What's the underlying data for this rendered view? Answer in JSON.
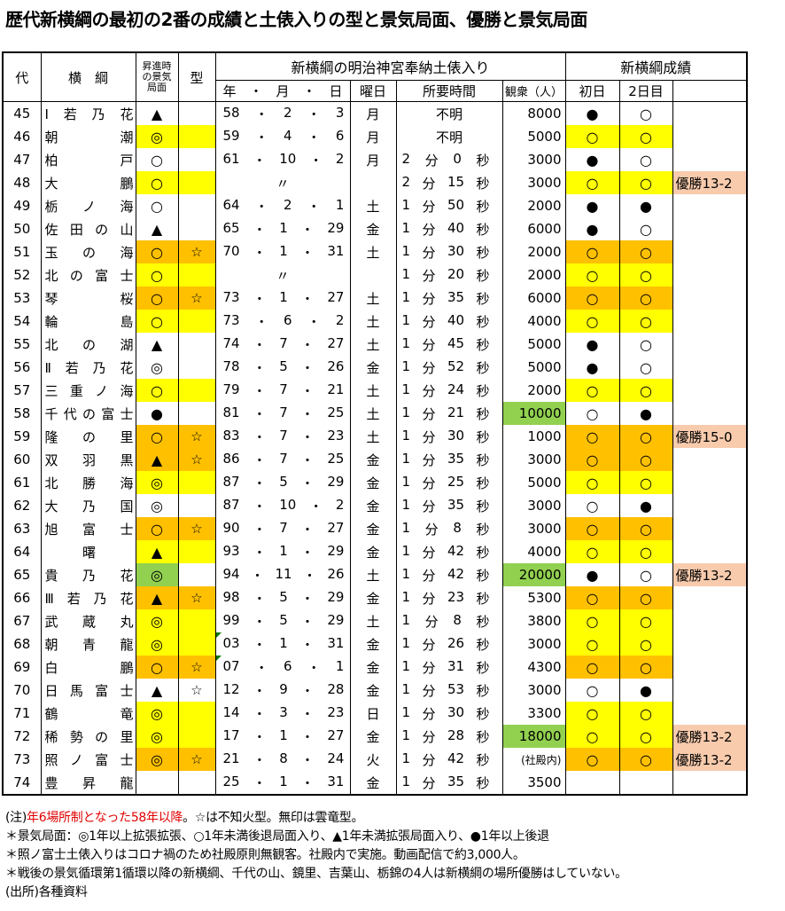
{
  "title": "歴代新横綱の最初の2番の成績と土俵入りの型と景気局面、優勝と景気局面",
  "header": {
    "dai": "代",
    "yokozuna": "横　綱",
    "keiki": [
      "昇進時",
      "の景気",
      "局面"
    ],
    "kata": "型",
    "dohyoiri": "新横綱の明治神宮奉納土俵入り",
    "seiseki": "新横綱成績",
    "date": "年　・　月　・　日",
    "youbi": "曜日",
    "time": "所要時間",
    "crowd": "観衆（人）",
    "day1": "初日",
    "day2": "2日目",
    "min": "分",
    "sec": "秒",
    "dot": "・"
  },
  "colors": {
    "yellow": "#FFFF00",
    "orange": "#FFC000",
    "green": "#92D050",
    "peach": "#F8CBAD"
  },
  "rows": [
    {
      "no": "45",
      "name": "Ⅰ若乃花",
      "keiki": "▲",
      "kc": "",
      "kata": "",
      "tc": "",
      "y": "58",
      "m": "2",
      "d": "3",
      "wd": "月",
      "time": "不明",
      "crowd": "8000",
      "cc": "",
      "d1": "●",
      "d2": "○",
      "dc": "",
      "win": ""
    },
    {
      "no": "46",
      "name": "朝潮",
      "keiki": "◎",
      "kc": "Y",
      "kata": "",
      "tc": "Y",
      "y": "59",
      "m": "4",
      "d": "6",
      "wd": "月",
      "time": "不明",
      "crowd": "5000",
      "cc": "",
      "d1": "○",
      "d2": "○",
      "dc": "Y",
      "win": ""
    },
    {
      "no": "47",
      "name": "柏戸",
      "keiki": "○",
      "kc": "",
      "kata": "",
      "tc": "",
      "y": "61",
      "m": "10",
      "d": "2",
      "wd": "月",
      "mi": "2",
      "se": "0",
      "crowd": "3000",
      "cc": "",
      "d1": "●",
      "d2": "○",
      "dc": "",
      "win": ""
    },
    {
      "no": "48",
      "name": "大鵬",
      "keiki": "○",
      "kc": "Y",
      "kata": "",
      "tc": "Y",
      "ditto": "〃",
      "wd": "",
      "mi": "2",
      "se": "15",
      "crowd": "3000",
      "cc": "",
      "d1": "○",
      "d2": "○",
      "dc": "Y",
      "win": "優勝13-2"
    },
    {
      "no": "49",
      "name": "栃ノ海",
      "keiki": "○",
      "kc": "",
      "kata": "",
      "tc": "",
      "y": "64",
      "m": "2",
      "d": "1",
      "wd": "土",
      "mi": "1",
      "se": "50",
      "crowd": "2000",
      "cc": "",
      "d1": "●",
      "d2": "●",
      "dc": "",
      "win": ""
    },
    {
      "no": "50",
      "name": "佐田の山",
      "keiki": "▲",
      "kc": "",
      "kata": "",
      "tc": "",
      "y": "65",
      "m": "1",
      "d": "29",
      "wd": "金",
      "mi": "1",
      "se": "40",
      "crowd": "6000",
      "cc": "",
      "d1": "●",
      "d2": "○",
      "dc": "",
      "win": ""
    },
    {
      "no": "51",
      "name": "玉の海",
      "keiki": "○",
      "kc": "O",
      "kata": "☆",
      "tc": "O",
      "y": "70",
      "m": "1",
      "d": "31",
      "wd": "土",
      "mi": "1",
      "se": "30",
      "crowd": "2000",
      "cc": "",
      "d1": "○",
      "d2": "○",
      "dc": "O",
      "win": ""
    },
    {
      "no": "52",
      "name": "北の富士",
      "keiki": "○",
      "kc": "Y",
      "kata": "",
      "tc": "Y",
      "ditto": "〃",
      "wd": "",
      "mi": "1",
      "se": "20",
      "crowd": "2000",
      "cc": "",
      "d1": "○",
      "d2": "○",
      "dc": "Y",
      "win": ""
    },
    {
      "no": "53",
      "name": "琴桜",
      "keiki": "○",
      "kc": "O",
      "kata": "☆",
      "tc": "O",
      "y": "73",
      "m": "1",
      "d": "27",
      "wd": "土",
      "mi": "1",
      "se": "35",
      "crowd": "6000",
      "cc": "",
      "d1": "○",
      "d2": "○",
      "dc": "O",
      "win": ""
    },
    {
      "no": "54",
      "name": "輪島",
      "keiki": "○",
      "kc": "Y",
      "kata": "",
      "tc": "Y",
      "y": "73",
      "m": "6",
      "d": "2",
      "wd": "土",
      "mi": "1",
      "se": "40",
      "crowd": "4000",
      "cc": "",
      "d1": "○",
      "d2": "○",
      "dc": "Y",
      "win": ""
    },
    {
      "no": "55",
      "name": "北の湖",
      "keiki": "▲",
      "kc": "",
      "kata": "",
      "tc": "",
      "y": "74",
      "m": "7",
      "d": "27",
      "wd": "土",
      "mi": "1",
      "se": "45",
      "crowd": "5000",
      "cc": "",
      "d1": "●",
      "d2": "○",
      "dc": "",
      "win": ""
    },
    {
      "no": "56",
      "name": "Ⅱ若乃花",
      "keiki": "◎",
      "kc": "",
      "kata": "",
      "tc": "",
      "y": "78",
      "m": "5",
      "d": "26",
      "wd": "金",
      "mi": "1",
      "se": "52",
      "crowd": "5000",
      "cc": "",
      "d1": "●",
      "d2": "○",
      "dc": "",
      "win": ""
    },
    {
      "no": "57",
      "name": "三重ノ海",
      "keiki": "○",
      "kc": "Y",
      "kata": "",
      "tc": "Y",
      "y": "79",
      "m": "7",
      "d": "21",
      "wd": "土",
      "mi": "1",
      "se": "24",
      "crowd": "2000",
      "cc": "",
      "d1": "○",
      "d2": "○",
      "dc": "Y",
      "win": ""
    },
    {
      "no": "58",
      "name": "千代の富士",
      "keiki": "●",
      "kc": "",
      "kata": "",
      "tc": "",
      "y": "81",
      "m": "7",
      "d": "25",
      "wd": "土",
      "mi": "1",
      "se": "21",
      "crowd": "10000",
      "cc": "G",
      "d1": "○",
      "d2": "●",
      "dc": "",
      "win": ""
    },
    {
      "no": "59",
      "name": "隆の里",
      "keiki": "○",
      "kc": "O",
      "kata": "☆",
      "tc": "O",
      "y": "83",
      "m": "7",
      "d": "23",
      "wd": "土",
      "mi": "1",
      "se": "30",
      "crowd": "1000",
      "cc": "",
      "d1": "○",
      "d2": "○",
      "dc": "O",
      "win": "優勝15-0"
    },
    {
      "no": "60",
      "name": "双羽黒",
      "keiki": "▲",
      "kc": "O",
      "kata": "☆",
      "tc": "O",
      "y": "86",
      "m": "7",
      "d": "25",
      "wd": "金",
      "mi": "1",
      "se": "35",
      "crowd": "3000",
      "cc": "",
      "d1": "○",
      "d2": "○",
      "dc": "O",
      "win": ""
    },
    {
      "no": "61",
      "name": "北勝海",
      "keiki": "◎",
      "kc": "Y",
      "kata": "",
      "tc": "Y",
      "y": "87",
      "m": "5",
      "d": "29",
      "wd": "金",
      "mi": "1",
      "se": "25",
      "crowd": "5000",
      "cc": "",
      "d1": "○",
      "d2": "○",
      "dc": "Y",
      "win": ""
    },
    {
      "no": "62",
      "name": "大乃国",
      "keiki": "◎",
      "kc": "",
      "kata": "",
      "tc": "",
      "y": "87",
      "m": "10",
      "d": "2",
      "wd": "金",
      "mi": "1",
      "se": "35",
      "crowd": "3000",
      "cc": "",
      "d1": "○",
      "d2": "●",
      "dc": "",
      "win": ""
    },
    {
      "no": "63",
      "name": "旭富士",
      "keiki": "○",
      "kc": "O",
      "kata": "☆",
      "tc": "O",
      "y": "90",
      "m": "7",
      "d": "27",
      "wd": "金",
      "mi": "1",
      "se": "8",
      "crowd": "3000",
      "cc": "",
      "d1": "○",
      "d2": "○",
      "dc": "O",
      "win": ""
    },
    {
      "no": "64",
      "name": "曙",
      "keiki": "▲",
      "kc": "Y",
      "kata": "",
      "tc": "Y",
      "y": "93",
      "m": "1",
      "d": "29",
      "wd": "金",
      "mi": "1",
      "se": "42",
      "crowd": "4000",
      "cc": "",
      "d1": "○",
      "d2": "○",
      "dc": "Y",
      "win": ""
    },
    {
      "no": "65",
      "name": "貴乃花",
      "keiki": "◎",
      "kc": "G",
      "kata": "",
      "tc": "",
      "y": "94",
      "m": "11",
      "d": "26",
      "wd": "土",
      "mi": "1",
      "se": "42",
      "crowd": "20000",
      "cc": "G",
      "d1": "●",
      "d2": "○",
      "dc": "",
      "win": "優勝13-2"
    },
    {
      "no": "66",
      "name": "Ⅲ若乃花",
      "keiki": "▲",
      "kc": "O",
      "kata": "☆",
      "tc": "O",
      "y": "98",
      "m": "5",
      "d": "29",
      "wd": "金",
      "mi": "1",
      "se": "23",
      "crowd": "5300",
      "cc": "",
      "d1": "○",
      "d2": "○",
      "dc": "O",
      "win": ""
    },
    {
      "no": "67",
      "name": "武蔵丸",
      "keiki": "◎",
      "kc": "Y",
      "kata": "",
      "tc": "Y",
      "y": "99",
      "m": "5",
      "d": "29",
      "wd": "土",
      "mi": "1",
      "se": "8",
      "crowd": "3800",
      "cc": "",
      "d1": "○",
      "d2": "○",
      "dc": "Y",
      "win": ""
    },
    {
      "no": "68",
      "name": "朝青龍",
      "keiki": "◎",
      "kc": "Y",
      "kata": "",
      "tc": "Y",
      "y": "03",
      "m": "1",
      "d": "31",
      "wd": "金",
      "mi": "1",
      "se": "26",
      "crowd": "3000",
      "cc": "",
      "d1": "○",
      "d2": "○",
      "dc": "Y",
      "win": "",
      "cmt": true
    },
    {
      "no": "69",
      "name": "白鵬",
      "keiki": "○",
      "kc": "O",
      "kata": "☆",
      "tc": "O",
      "y": "07",
      "m": "6",
      "d": "1",
      "wd": "金",
      "mi": "1",
      "se": "31",
      "crowd": "4300",
      "cc": "",
      "d1": "○",
      "d2": "○",
      "dc": "O",
      "win": "",
      "cmt": true
    },
    {
      "no": "70",
      "name": "日馬富士",
      "keiki": "▲",
      "kc": "",
      "kata": "☆",
      "tc": "",
      "y": "12",
      "m": "9",
      "d": "28",
      "wd": "金",
      "mi": "1",
      "se": "53",
      "crowd": "3000",
      "cc": "",
      "d1": "○",
      "d2": "●",
      "dc": "",
      "win": ""
    },
    {
      "no": "71",
      "name": "鶴竜",
      "keiki": "◎",
      "kc": "Y",
      "kata": "",
      "tc": "Y",
      "y": "14",
      "m": "3",
      "d": "23",
      "wd": "日",
      "mi": "1",
      "se": "30",
      "crowd": "3300",
      "cc": "",
      "d1": "○",
      "d2": "○",
      "dc": "Y",
      "win": ""
    },
    {
      "no": "72",
      "name": "稀勢の里",
      "keiki": "◎",
      "kc": "Y",
      "kata": "",
      "tc": "Y",
      "y": "17",
      "m": "1",
      "d": "27",
      "wd": "金",
      "mi": "1",
      "se": "28",
      "crowd": "18000",
      "cc": "G",
      "d1": "○",
      "d2": "○",
      "dc": "Y",
      "win": "優勝13-2"
    },
    {
      "no": "73",
      "name": "照ノ富士",
      "keiki": "◎",
      "kc": "O",
      "kata": "☆",
      "tc": "O",
      "y": "21",
      "m": "8",
      "d": "24",
      "wd": "火",
      "mi": "1",
      "se": "42",
      "crowd": "(社殿内)",
      "cc": "",
      "d1": "○",
      "d2": "○",
      "dc": "O",
      "win": "優勝13-2"
    },
    {
      "no": "74",
      "name": "豊昇龍",
      "keiki": "",
      "kc": "",
      "kata": "",
      "tc": "",
      "y": "25",
      "m": "1",
      "d": "31",
      "wd": "金",
      "mi": "1",
      "se": "35",
      "crowd": "3500",
      "cc": "",
      "d1": "",
      "d2": "",
      "dc": "",
      "win": ""
    }
  ],
  "notes": {
    "line1_prefix": "(注)",
    "line1_red": "年6場所制となった58年以降",
    "line1_rest": "。☆は不知火型。無印は雲竜型。",
    "line2": "＊景気局面：◎1年以上拡張拡張、○1年未満後退局面入り、▲1年未満拡張局面入り、●1年以上後退",
    "line3": "＊照ノ富士土俵入りはコロナ禍のため社殿原則無観客。社殿内で実施。動画配信で約3,000人。",
    "line4": "＊戦後の景気循環第1循環以降の新横綱、千代の山、鏡里、吉葉山、栃錦の4人は新横綱の場所優勝はしていない。",
    "source": "(出所)各種資料"
  }
}
